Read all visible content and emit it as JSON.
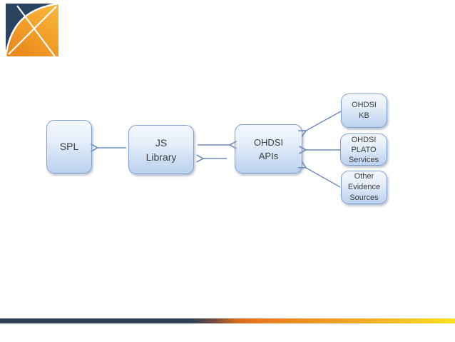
{
  "slide": {
    "background_color": "#ffffff",
    "logo": {
      "name": "navy-orange-arc-logo",
      "navy_color": "#2a4460",
      "orange_top_color": "#f9b63a",
      "orange_bottom_color": "#e8871c"
    },
    "diagram": {
      "box_border_color": "#7fa1d1",
      "box_fill_top": "#f4f8fd",
      "box_fill_bottom": "#bcd2f0",
      "arrow_color": "#6d8cbc",
      "text_color": "#3d3d3d",
      "nodes": {
        "spl": {
          "label": "SPL"
        },
        "js_library": {
          "label": "JS\nLibrary"
        },
        "ohdsi_apis": {
          "label": "OHDSI\nAPIs"
        },
        "ohdsi_kb": {
          "label": "OHDSI\nKB"
        },
        "ohdsi_plato": {
          "label": "OHDSI\nPLATO\nServices"
        },
        "other_evidence": {
          "label": "Other\nEvidence\nSources"
        }
      },
      "edges": [
        {
          "from": "js_library",
          "to": "spl"
        },
        {
          "from": "js_library",
          "to": "ohdsi_apis"
        },
        {
          "from": "ohdsi_apis",
          "to": "js_library"
        },
        {
          "from": "ohdsi_kb",
          "to": "ohdsi_apis"
        },
        {
          "from": "ohdsi_plato",
          "to": "ohdsi_apis"
        },
        {
          "from": "other_evidence",
          "to": "ohdsi_apis"
        }
      ]
    },
    "footer_bar": {
      "colors": [
        "#2e4156",
        "#e87a22",
        "#f7d626"
      ]
    }
  }
}
